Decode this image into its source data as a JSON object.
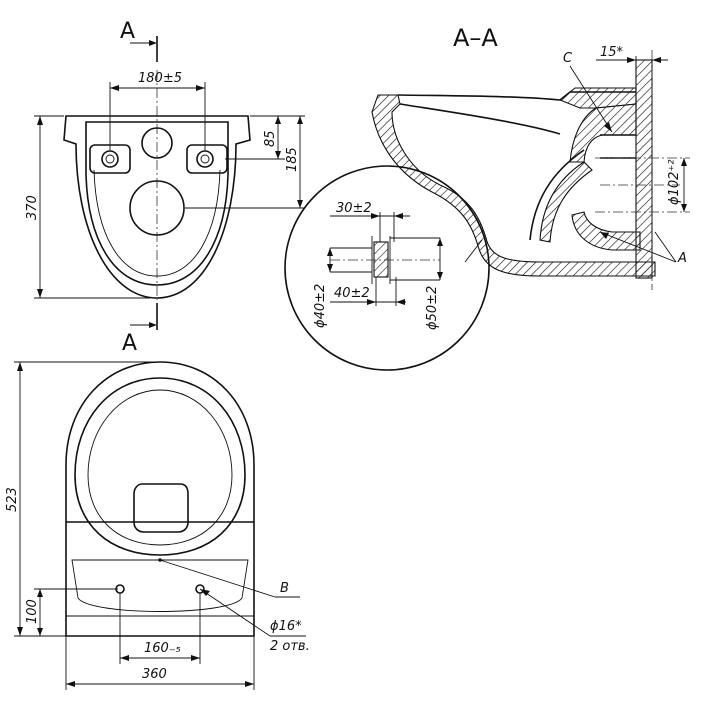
{
  "section_marks": {
    "top": "A",
    "bottom": "A",
    "section_title": "A–A"
  },
  "front_view": {
    "dim_width": "180±5",
    "dim_85": "85",
    "dim_185": "185",
    "dim_height": "370"
  },
  "section_view": {
    "label_c": "C",
    "dim_15": "15*",
    "dim_102": "ϕ102⁺²",
    "label_a": "A"
  },
  "detail": {
    "dim_30": "30±2",
    "dim_40len": "40±2",
    "dim_d40": "ϕ40±2",
    "dim_d50": "ϕ50±2"
  },
  "plan_view": {
    "dim_523": "523",
    "dim_100": "100",
    "dim_160": "160₋₅",
    "dim_360": "360",
    "label_b": "B",
    "dim_hole": "ϕ16*",
    "hole_count": "2 отв."
  }
}
